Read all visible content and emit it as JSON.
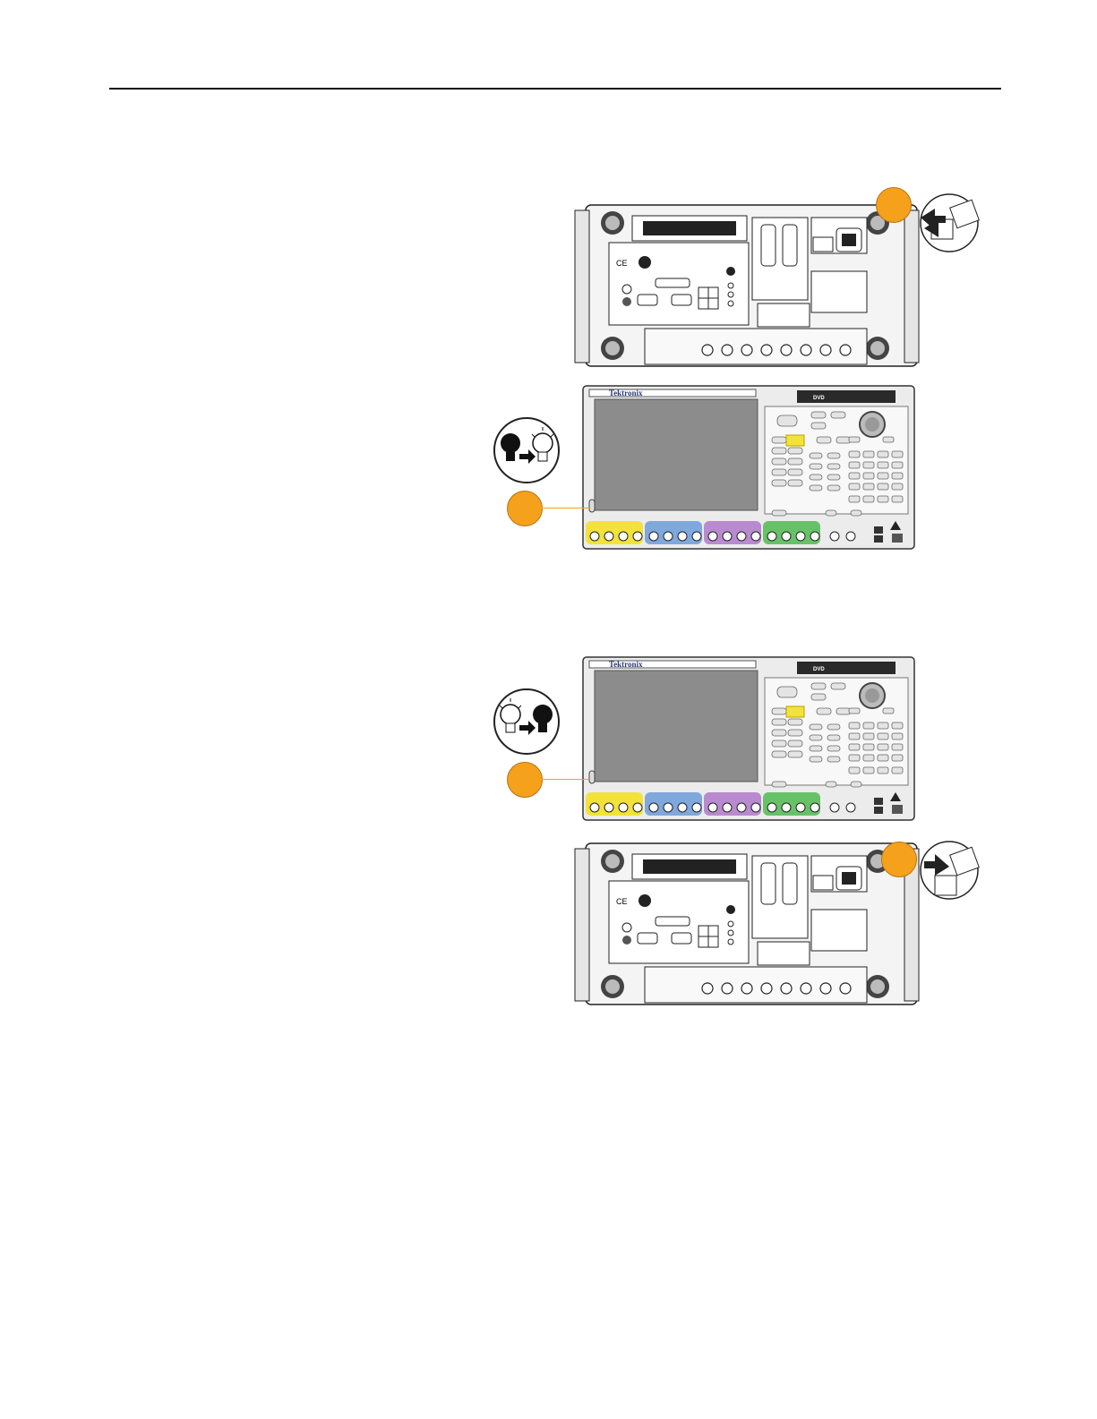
{
  "document": {
    "header_rule": true
  },
  "front_panel": {
    "brand": "Tektronix",
    "drive_label": "DVD"
  },
  "step1": {
    "callout_color": "#f5a11c",
    "bulb_transition": "off-to-on"
  },
  "step2": {
    "callout_color": "#f5a11c",
    "bulb_transition": "on-to-off"
  },
  "colors": {
    "channel1": "#f2e23a",
    "channel2": "#7fa8dc",
    "channel3": "#b98ad0",
    "channel4": "#67c267",
    "accent": "#f5a11c"
  },
  "icons": [
    "power-cord-icon",
    "light-bulb-icon",
    "arrow-right-icon",
    "power-button-icon"
  ]
}
